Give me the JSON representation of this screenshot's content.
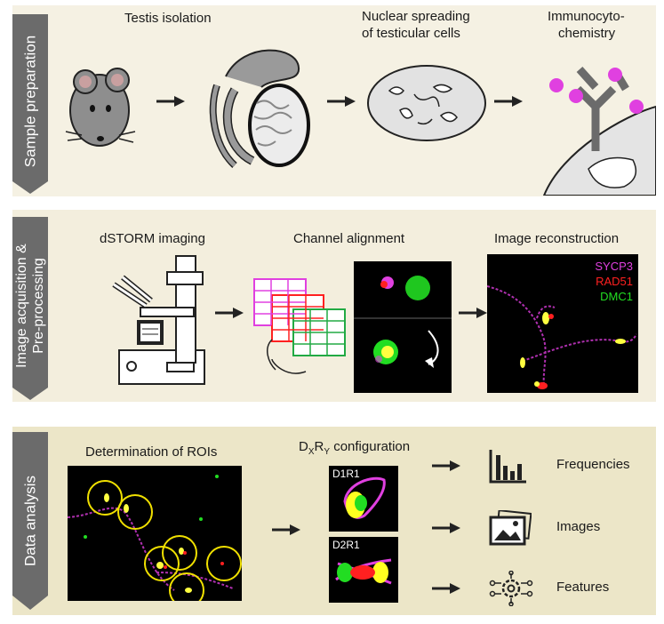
{
  "sections": {
    "sample": {
      "label": "Sample preparation",
      "steps": [
        "Testis isolation",
        "Nuclear spreading of testicular cells",
        "Immunocyto-chemistry"
      ],
      "step_lines": {
        "nuclear1": "Nuclear spreading",
        "nuclear2": "of testicular cells",
        "immuno1": "Immunocyto-",
        "immuno2": "chemistry"
      }
    },
    "acquisition": {
      "label1": "Image acquisition &",
      "label2": "Pre-processing",
      "steps": [
        "dSTORM imaging",
        "Channel alignment",
        "Image reconstruction"
      ],
      "channels": [
        "SYCP3",
        "RAD51",
        "DMC1"
      ]
    },
    "analysis": {
      "label": "Data analysis",
      "steps": [
        "Determination of ROIs"
      ],
      "config_title": {
        "d": "D",
        "x": "X",
        "r": "R",
        "y": "Y",
        "rest": " configuration"
      },
      "configs": [
        "D1R1",
        "D2R1"
      ],
      "outputs": [
        "Frequencies",
        "Images",
        "Features"
      ]
    }
  },
  "colors": {
    "sycp3": "#e040e0",
    "rad51": "#ff2020",
    "dmc1": "#22dd22",
    "panel_label_bg": "#6b6b6b"
  },
  "icons": [
    "mouse-icon",
    "testis-icon",
    "nucleus-spread-icon",
    "antibody-icon",
    "microscope-icon",
    "bar-chart-icon",
    "image-stack-icon",
    "network-gear-icon"
  ]
}
